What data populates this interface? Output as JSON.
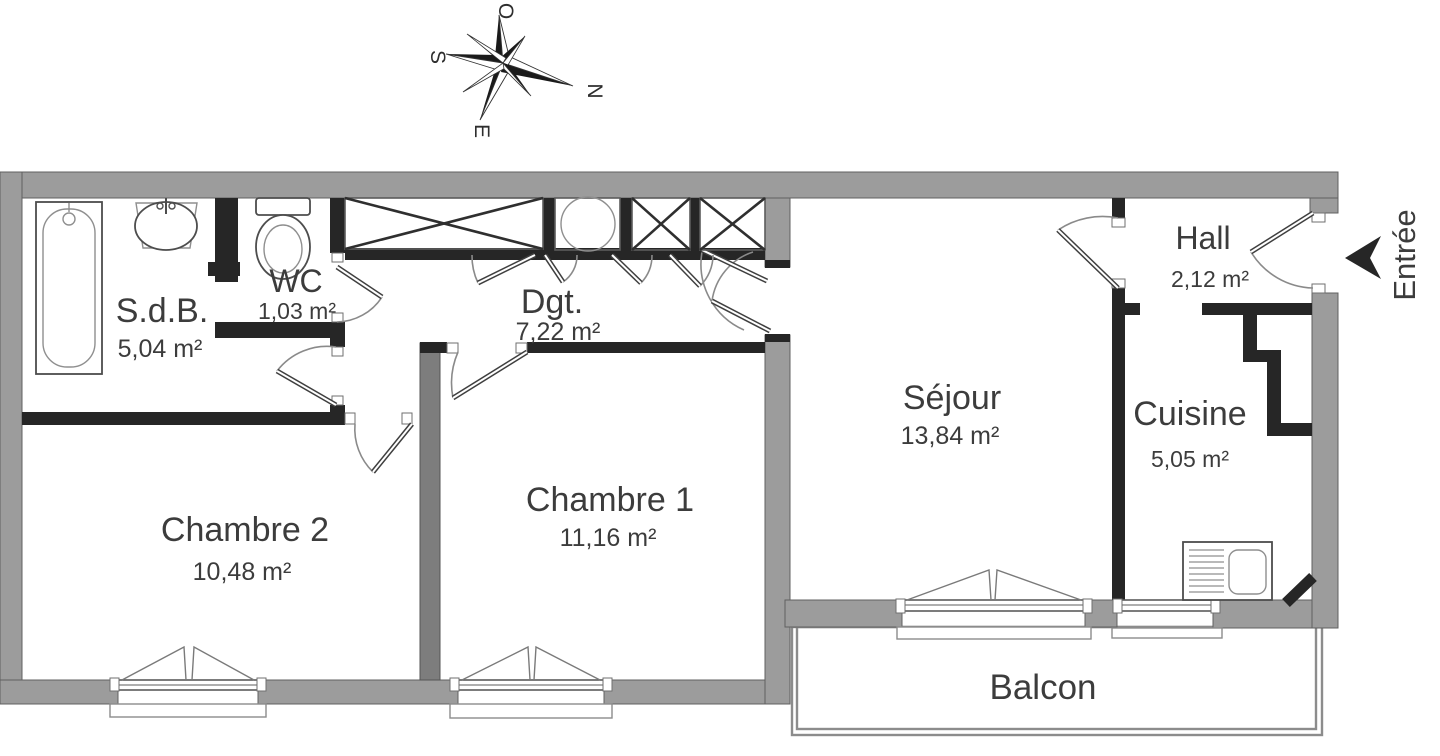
{
  "compass": {
    "labels": {
      "top": "O",
      "left": "S",
      "right": "N",
      "bottom": "E"
    }
  },
  "entrance": {
    "label": "Entrée"
  },
  "rooms": [
    {
      "id": "sdb",
      "name": "S.d.B.",
      "area": "5,04 m²"
    },
    {
      "id": "wc",
      "name": "WC",
      "area": "1,03 m²"
    },
    {
      "id": "dgt",
      "name": "Dgt.",
      "area": "7,22 m²"
    },
    {
      "id": "hall",
      "name": "Hall",
      "area": "2,12 m²"
    },
    {
      "id": "sejour",
      "name": "Séjour",
      "area": "13,84 m²"
    },
    {
      "id": "cuisine",
      "name": "Cuisine",
      "area": "5,05 m²"
    },
    {
      "id": "chambre1",
      "name": "Chambre 1",
      "area": "11,16 m²"
    },
    {
      "id": "chambre2",
      "name": "Chambre 2",
      "area": "10,48 m²"
    },
    {
      "id": "balcon",
      "name": "Balcon",
      "area": ""
    }
  ],
  "colors": {
    "outer_wall": "#9c9c9c",
    "partition_wall": "#262626",
    "text": "#3c3c3c",
    "background": "#ffffff"
  }
}
